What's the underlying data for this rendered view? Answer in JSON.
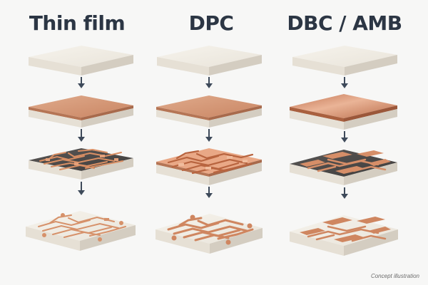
{
  "columns": [
    {
      "title": "Thin film"
    },
    {
      "title": "DPC"
    },
    {
      "title": "DBC / AMB"
    }
  ],
  "caption": "Concept illustration",
  "colors": {
    "title": "#2c3644",
    "arrow": "#3e4a5a",
    "ceramic_top": "#f2eee6",
    "ceramic_side": "#d8d2c7",
    "copper": "#d79a78",
    "copper_bright": "#e3a684",
    "trace_copper": "#d6916a",
    "etched_dark": "#4d4a49"
  }
}
